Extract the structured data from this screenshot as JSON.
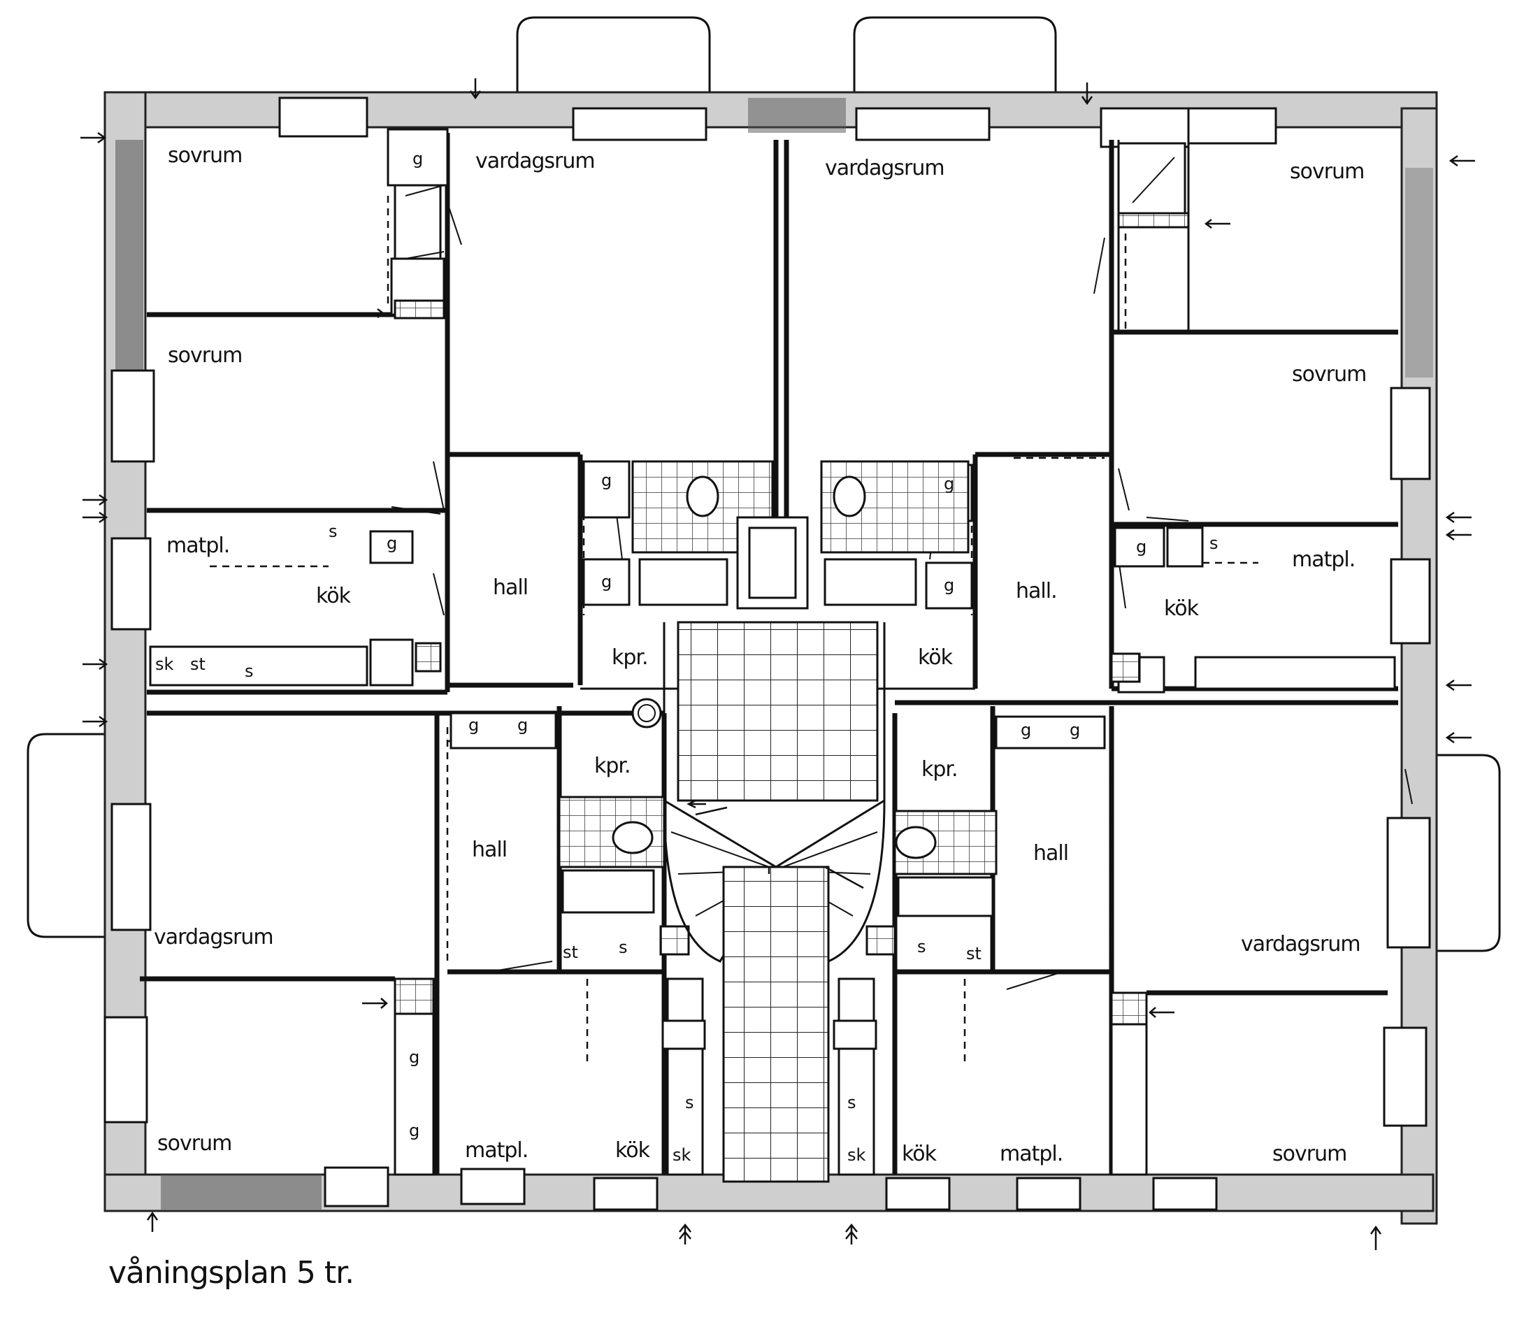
{
  "title": "våningsplan 5 tr.",
  "rooms": {
    "sovrum": "sovrum",
    "vardagsrum": "vardagsrum",
    "matpl": "matpl.",
    "kok": "kök",
    "hall": "hall",
    "hall_dot": "hall.",
    "kpr": "kpr.",
    "g": "g",
    "s": "s",
    "sk": "sk",
    "st": "st"
  }
}
